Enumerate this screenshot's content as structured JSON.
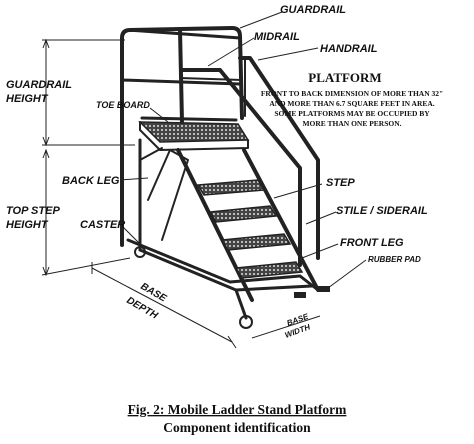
{
  "labels": {
    "guardrail": "GUARDRAIL",
    "midrail": "MIDRAIL",
    "handrail": "HANDRAIL",
    "platform_title": "PLATFORM",
    "platform_note": [
      "FRONT TO BACK DIMENSION OF MORE THAN 32\"",
      "AND MORE THAN 6.7 SQUARE FEET IN AREA.",
      "SOME PLATFORMS MAY BE OCCUPIED BY",
      "MORE THAN ONE PERSON."
    ],
    "guardrail_height": [
      "GUARDRAIL",
      "HEIGHT"
    ],
    "toe_board": "TOE BOARD",
    "back_leg": "BACK LEG",
    "step": "STEP",
    "top_step_height": [
      "TOP STEP",
      "HEIGHT"
    ],
    "caster": "CASTER",
    "stile_siderail": "STILE / SIDERAIL",
    "front_leg": "FRONT LEG",
    "rubber_pad": "RUBBER PAD",
    "base_depth": [
      "BASE",
      "DEPTH"
    ],
    "base_width": [
      "BASE",
      "WIDTH"
    ]
  },
  "caption": {
    "line1": "Fig. 2:  Mobile Ladder Stand Platform",
    "line2": "Component identification"
  },
  "colors": {
    "ink": "#222222",
    "text": "#111111",
    "background": "#ffffff"
  }
}
